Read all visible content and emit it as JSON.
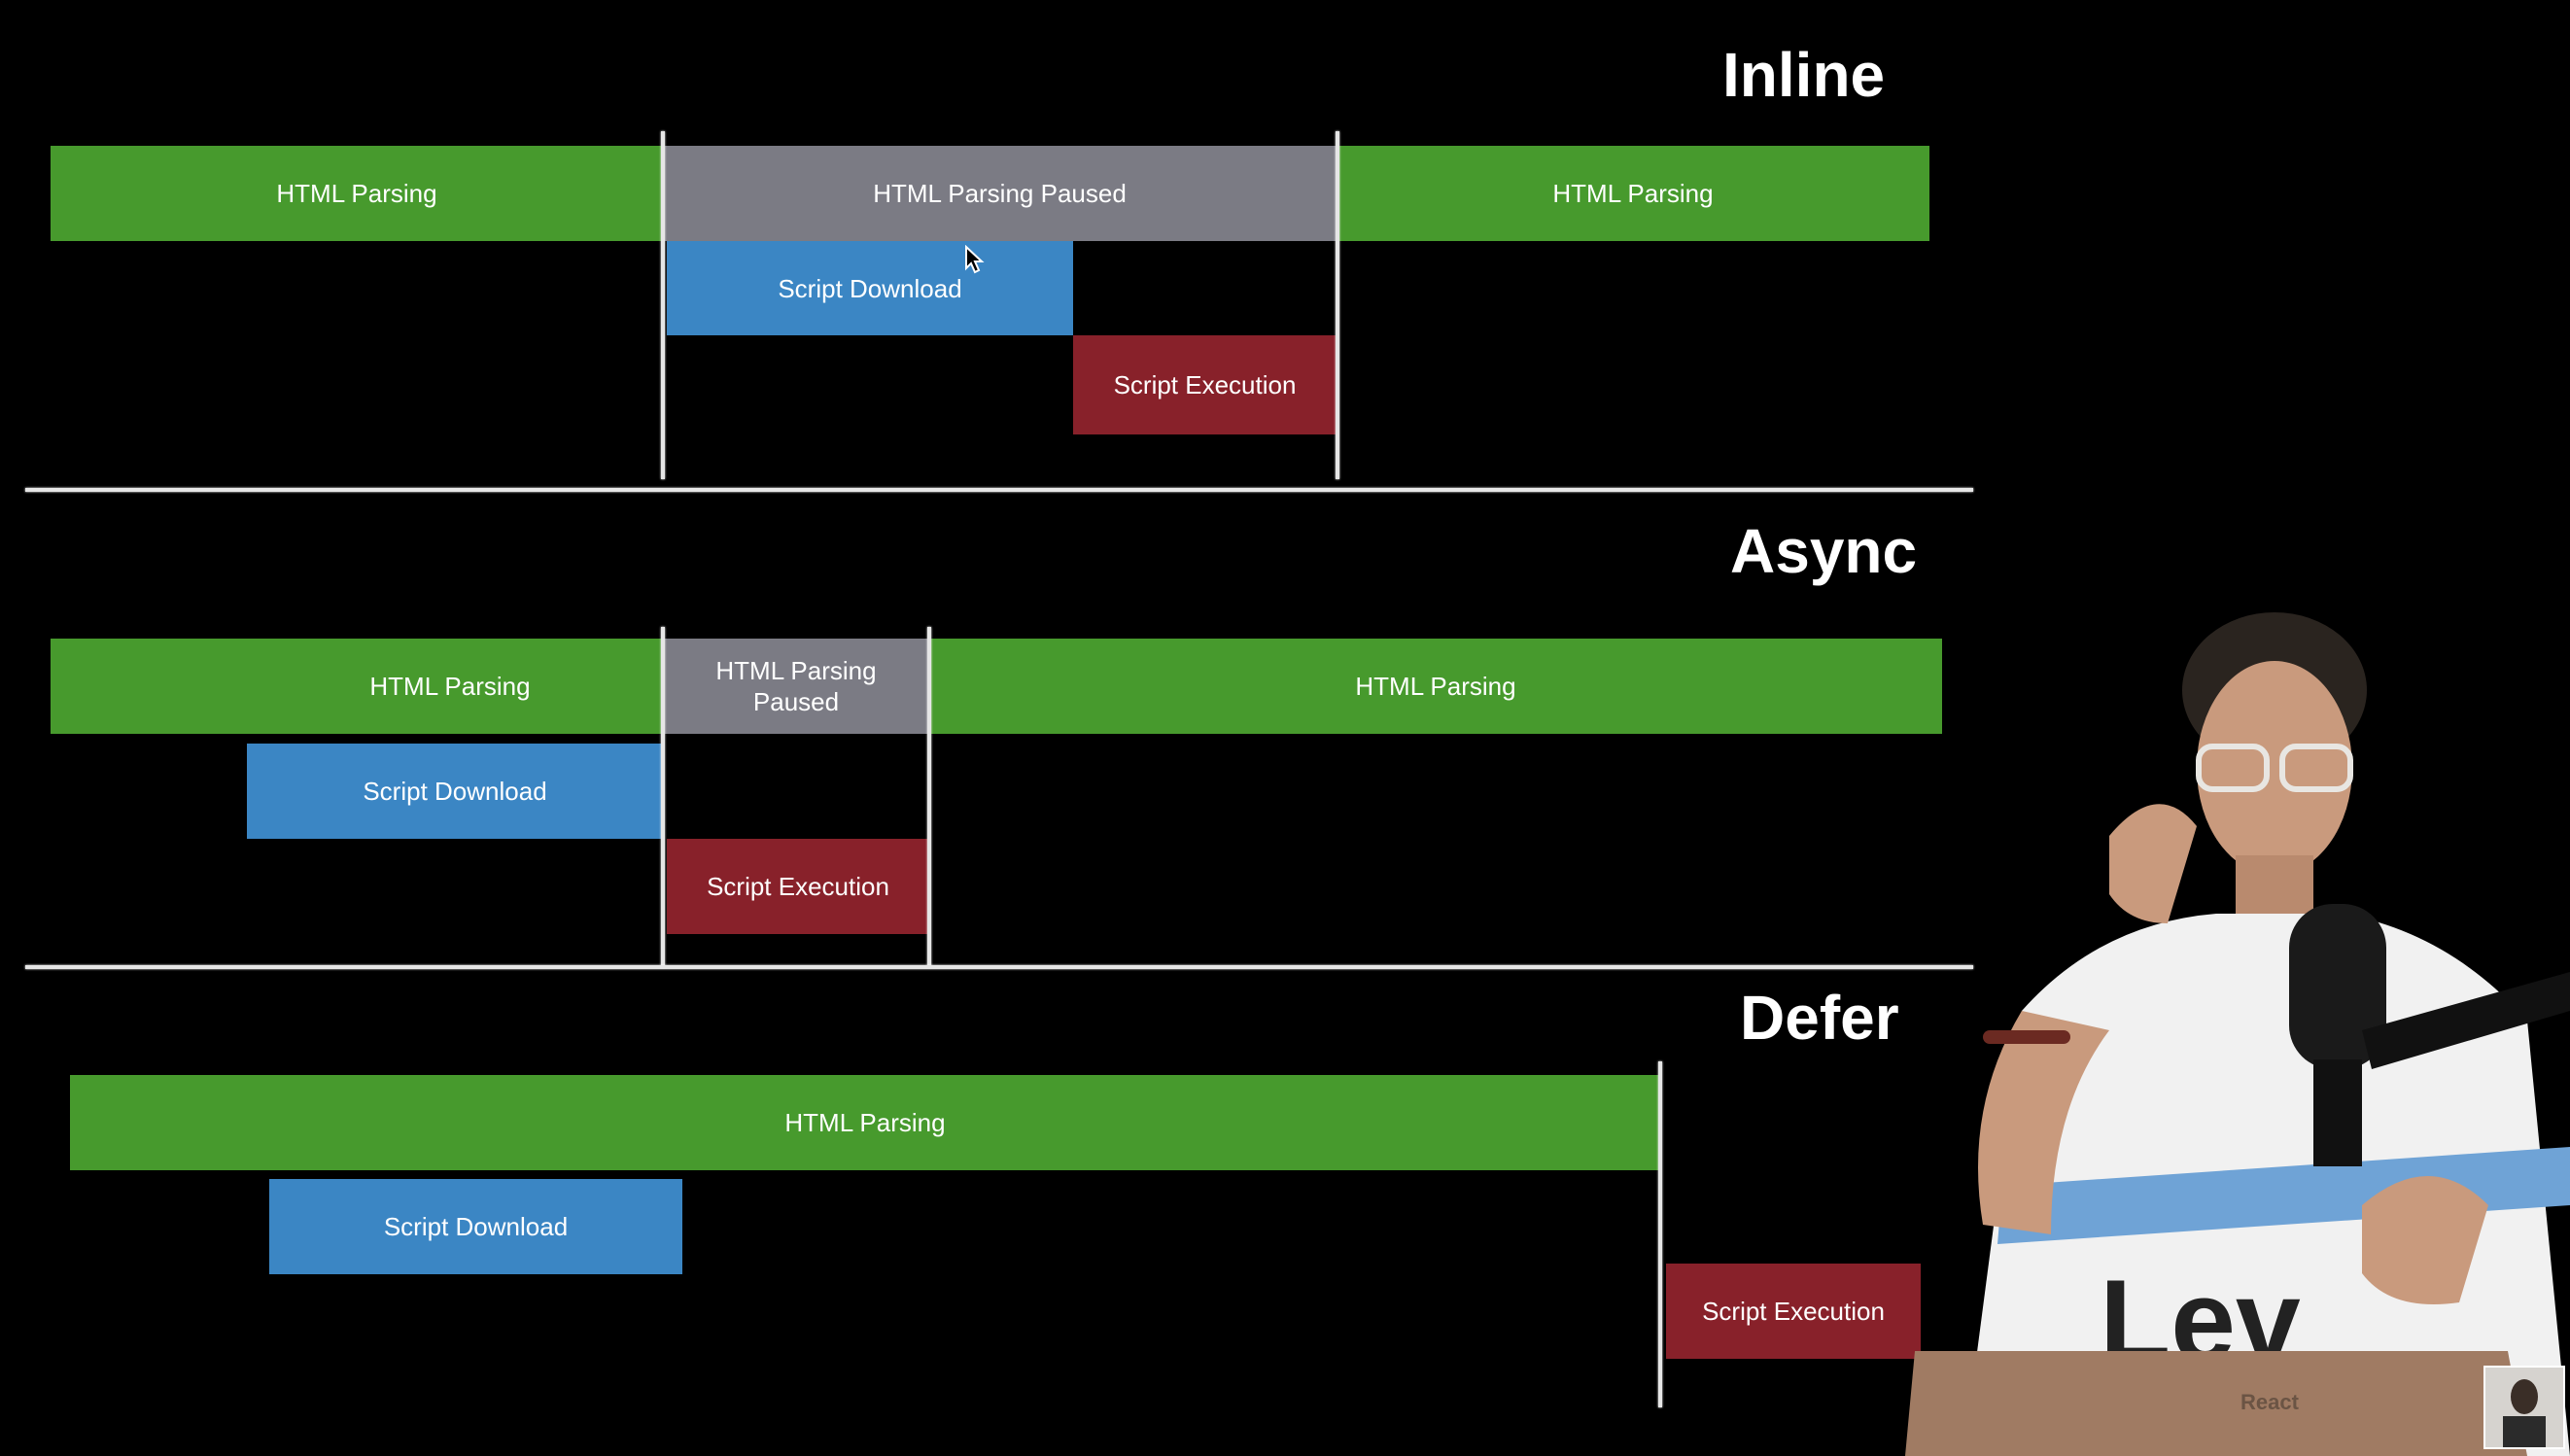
{
  "sections": [
    {
      "title": "Inline",
      "bars": [
        {
          "type": "green",
          "label": "HTML Parsing"
        },
        {
          "type": "gray",
          "label": "HTML Parsing Paused"
        },
        {
          "type": "green",
          "label": "HTML Parsing"
        },
        {
          "type": "blue",
          "label": "Script Download"
        },
        {
          "type": "red",
          "label": "Script Execution"
        }
      ]
    },
    {
      "title": "Async",
      "bars": [
        {
          "type": "green",
          "label": "HTML Parsing"
        },
        {
          "type": "gray",
          "label": "HTML Parsing\nPaused"
        },
        {
          "type": "green",
          "label": "HTML Parsing"
        },
        {
          "type": "blue",
          "label": "Script Download"
        },
        {
          "type": "red",
          "label": "Script Execution"
        }
      ]
    },
    {
      "title": "Defer",
      "bars": [
        {
          "type": "green",
          "label": "HTML Parsing"
        },
        {
          "type": "blue",
          "label": "Script Download"
        },
        {
          "type": "red",
          "label": "Script Execution"
        }
      ]
    }
  ],
  "colors": {
    "html_parsing": "#479a2d",
    "paused": "#7b7b84",
    "script_download": "#3b86c4",
    "script_execution": "#88212a",
    "background": "#000000"
  },
  "presenter": {
    "laptop_logo": "React"
  }
}
